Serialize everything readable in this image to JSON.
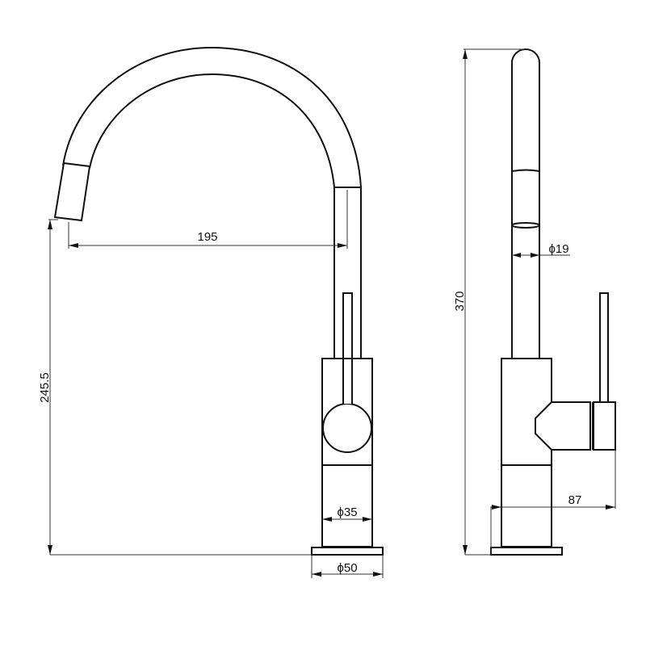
{
  "drawing": {
    "type": "technical-drawing",
    "subject": "kitchen mixer tap - front and side elevation",
    "colors": {
      "line": "#111111",
      "dimension": "#333333",
      "background": "#ffffff"
    },
    "front_view": {
      "dimensions": {
        "spout_reach": "195",
        "spout_height": "245.5",
        "body_diameter": "ϕ35",
        "base_diameter": "ϕ50"
      }
    },
    "side_view": {
      "dimensions": {
        "overall_height": "370",
        "spout_diameter": "ϕ19",
        "handle_depth": "87"
      }
    }
  }
}
